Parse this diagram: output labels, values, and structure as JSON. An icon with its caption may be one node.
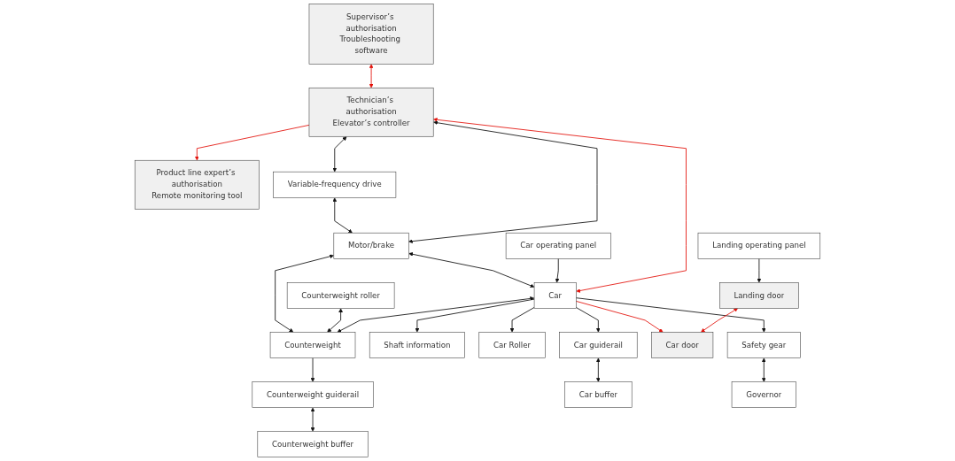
{
  "diagram": {
    "nodes": [
      {
        "text": [
          "Supervisor’s authorisation",
          "Troubleshooting software"
        ]
      },
      {
        "text": [
          "Product line expert’s authorisation",
          "Remote monitoring tool"
        ]
      },
      {
        "text": [
          "Technician’s authorisation",
          "Elevator’s controller"
        ]
      },
      {
        "text": [
          "Variable-frequency drive"
        ]
      },
      {
        "text": [
          "Motor/brake"
        ]
      },
      {
        "text": [
          "Counterweight roller"
        ]
      },
      {
        "text": [
          "Counterweight"
        ]
      },
      {
        "text": [
          "Car operating panel"
        ]
      },
      {
        "text": [
          "Shaft information"
        ]
      },
      {
        "text": [
          "Car"
        ]
      },
      {
        "text": [
          "Counterweight guiderail"
        ]
      },
      {
        "text": [
          "Counterweight buffer"
        ]
      },
      {
        "text": [
          "Landing operating panel"
        ]
      },
      {
        "text": [
          "Car Roller"
        ]
      },
      {
        "text": [
          "Car guiderail"
        ]
      },
      {
        "text": [
          "Car buffer"
        ]
      },
      {
        "text": [
          "Landing door"
        ]
      },
      {
        "text": [
          "Car door"
        ]
      },
      {
        "text": [
          "Safety gear"
        ]
      },
      {
        "text": [
          "Governor"
        ]
      }
    ],
    "edges": [
      {
        "from": 0,
        "to": 2,
        "arrow": "both",
        "color": "#e3120b"
      },
      {
        "from": 2,
        "to": 1,
        "arrow": "to",
        "color": "#e3120b"
      },
      {
        "from": 2,
        "to": 3,
        "arrow": "both"
      },
      {
        "from": 3,
        "to": 4,
        "arrow": "both"
      },
      {
        "from": 2,
        "to": 4,
        "arrow": "both"
      },
      {
        "from": 4,
        "to": 6,
        "arrow": "both"
      },
      {
        "from": 5,
        "to": 6,
        "arrow": "both"
      },
      {
        "from": 4,
        "to": 9,
        "arrow": "both"
      },
      {
        "from": 9,
        "to": 6,
        "arrow": "both"
      },
      {
        "from": 6,
        "to": 10,
        "arrow": "to"
      },
      {
        "from": 7,
        "to": 9,
        "arrow": "to"
      },
      {
        "from": 10,
        "to": 11,
        "arrow": "both"
      },
      {
        "from": 9,
        "to": 14,
        "arrow": "to"
      },
      {
        "from": 14,
        "to": 15,
        "arrow": "both"
      },
      {
        "from": 9,
        "to": 2,
        "arrow": "both",
        "color": "#e3120b"
      },
      {
        "from": 9,
        "to": 8,
        "arrow": "to"
      },
      {
        "from": 9,
        "to": 13,
        "arrow": "to"
      },
      {
        "from": 9,
        "to": 17,
        "arrow": "to",
        "color": "#e3120b"
      },
      {
        "from": 9,
        "to": 18,
        "arrow": "to"
      },
      {
        "from": 12,
        "to": 16,
        "arrow": "to"
      },
      {
        "from": 16,
        "to": 17,
        "arrow": "both",
        "color": "#e3120b"
      },
      {
        "from": 18,
        "to": 19,
        "arrow": "both"
      }
    ]
  }
}
